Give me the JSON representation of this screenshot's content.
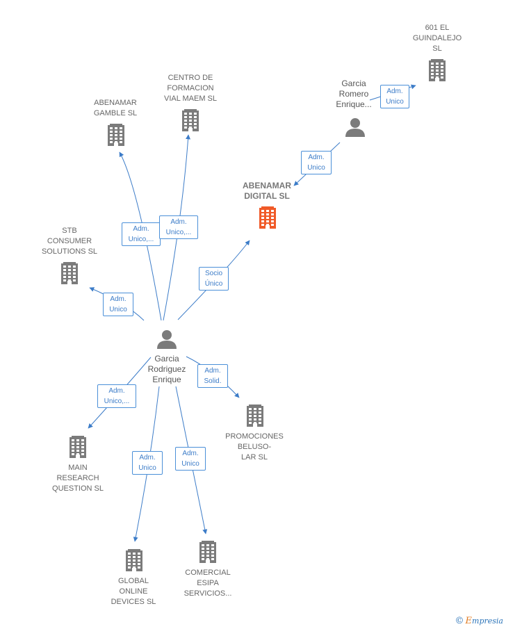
{
  "colors": {
    "edge": "#3c7cc8",
    "building": "#7b7b7b",
    "building_target": "#f05a28",
    "person": "#7b7b7b"
  },
  "nodes": [
    {
      "id": "garcia_rodriguez",
      "kind": "person",
      "label": "Garcia\nRodriguez\nEnrique"
    },
    {
      "id": "garcia_romero",
      "kind": "person",
      "label": "Garcia\nRomero\nEnrique..."
    },
    {
      "id": "abenamar_digital",
      "kind": "company-target",
      "label": "ABENAMAR\nDIGITAL  SL"
    },
    {
      "id": "abenamar_gamble",
      "kind": "company",
      "label": "ABENAMAR\nGAMBLE  SL"
    },
    {
      "id": "centro_formacion",
      "kind": "company",
      "label": "CENTRO DE\nFORMACION\nVIAL MAEM  SL"
    },
    {
      "id": "601_guindalejo",
      "kind": "company",
      "label": "601 EL\nGUINDALEJO\nSL"
    },
    {
      "id": "stb_consumer",
      "kind": "company",
      "label": "STB\nCONSUMER\nSOLUTIONS  SL"
    },
    {
      "id": "promociones_beluso",
      "kind": "company",
      "label": "PROMOCIONES\nBELUSO-\nLAR SL"
    },
    {
      "id": "main_research",
      "kind": "company",
      "label": "MAIN\nRESEARCH\nQUESTION SL"
    },
    {
      "id": "global_online",
      "kind": "company",
      "label": "GLOBAL\nONLINE\nDEVICES SL"
    },
    {
      "id": "comercial_esipa",
      "kind": "company",
      "label": "COMERCIAL\nESIPA\nSERVICIOS..."
    }
  ],
  "edges": [
    {
      "from": "garcia_romero",
      "to": "601_guindalejo",
      "label": "Adm.\nUnico"
    },
    {
      "from": "garcia_romero",
      "to": "abenamar_digital",
      "label": "Adm.\nUnico"
    },
    {
      "from": "garcia_rodriguez",
      "to": "abenamar_gamble",
      "label": "Adm.\nUnico,..."
    },
    {
      "from": "garcia_rodriguez",
      "to": "centro_formacion",
      "label": "Adm.\nUnico,..."
    },
    {
      "from": "garcia_rodriguez",
      "to": "abenamar_digital",
      "label": "Socio\nÚnico"
    },
    {
      "from": "garcia_rodriguez",
      "to": "stb_consumer",
      "label": "Adm.\nUnico"
    },
    {
      "from": "garcia_rodriguez",
      "to": "promociones_beluso",
      "label": "Adm.\nSolid."
    },
    {
      "from": "garcia_rodriguez",
      "to": "main_research",
      "label": "Adm.\nUnico,..."
    },
    {
      "from": "garcia_rodriguez",
      "to": "global_online",
      "label": "Adm.\nUnico"
    },
    {
      "from": "garcia_rodriguez",
      "to": "comercial_esipa",
      "label": "Adm.\nUnico"
    }
  ],
  "footer": {
    "copyright": "©",
    "brand_initial": "E",
    "brand_rest": "mpresia"
  }
}
